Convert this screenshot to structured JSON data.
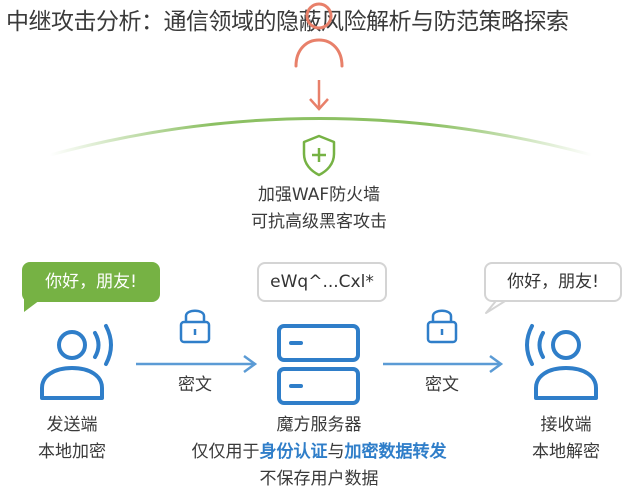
{
  "title": "中继攻击分析：通信领域的隐蔽风险解析与防范策略探索",
  "waf": {
    "line1": "加强WAF防火墙",
    "line2": "可抗高级黑客攻击"
  },
  "sender": {
    "bubble": "你好，朋友!",
    "line1": "发送端",
    "line2": "本地加密"
  },
  "server": {
    "bubble": "eWq^...Cxl*",
    "line1": "魔方服务器",
    "line2_prefix": "仅仅用于",
    "line2_hl1": "身份认证",
    "line2_mid": "与",
    "line2_hl2": "加密数据转发",
    "line3": "不保存用户数据"
  },
  "receiver": {
    "bubble": "你好，朋友!",
    "line1": "接收端",
    "line2": "本地解密"
  },
  "links": {
    "left_label": "密文",
    "right_label": "密文"
  },
  "colors": {
    "person": "#2f7ec9",
    "green": "#76b244",
    "attacker": "#e8806a",
    "arrow": "#5b9bd5",
    "lock": "#2f7ec9"
  },
  "icons": [
    "attacker-icon",
    "down-arrow-icon",
    "shield-plus-icon",
    "person-signal-icon",
    "lock-icon",
    "server-icon",
    "right-arrow-icon"
  ]
}
